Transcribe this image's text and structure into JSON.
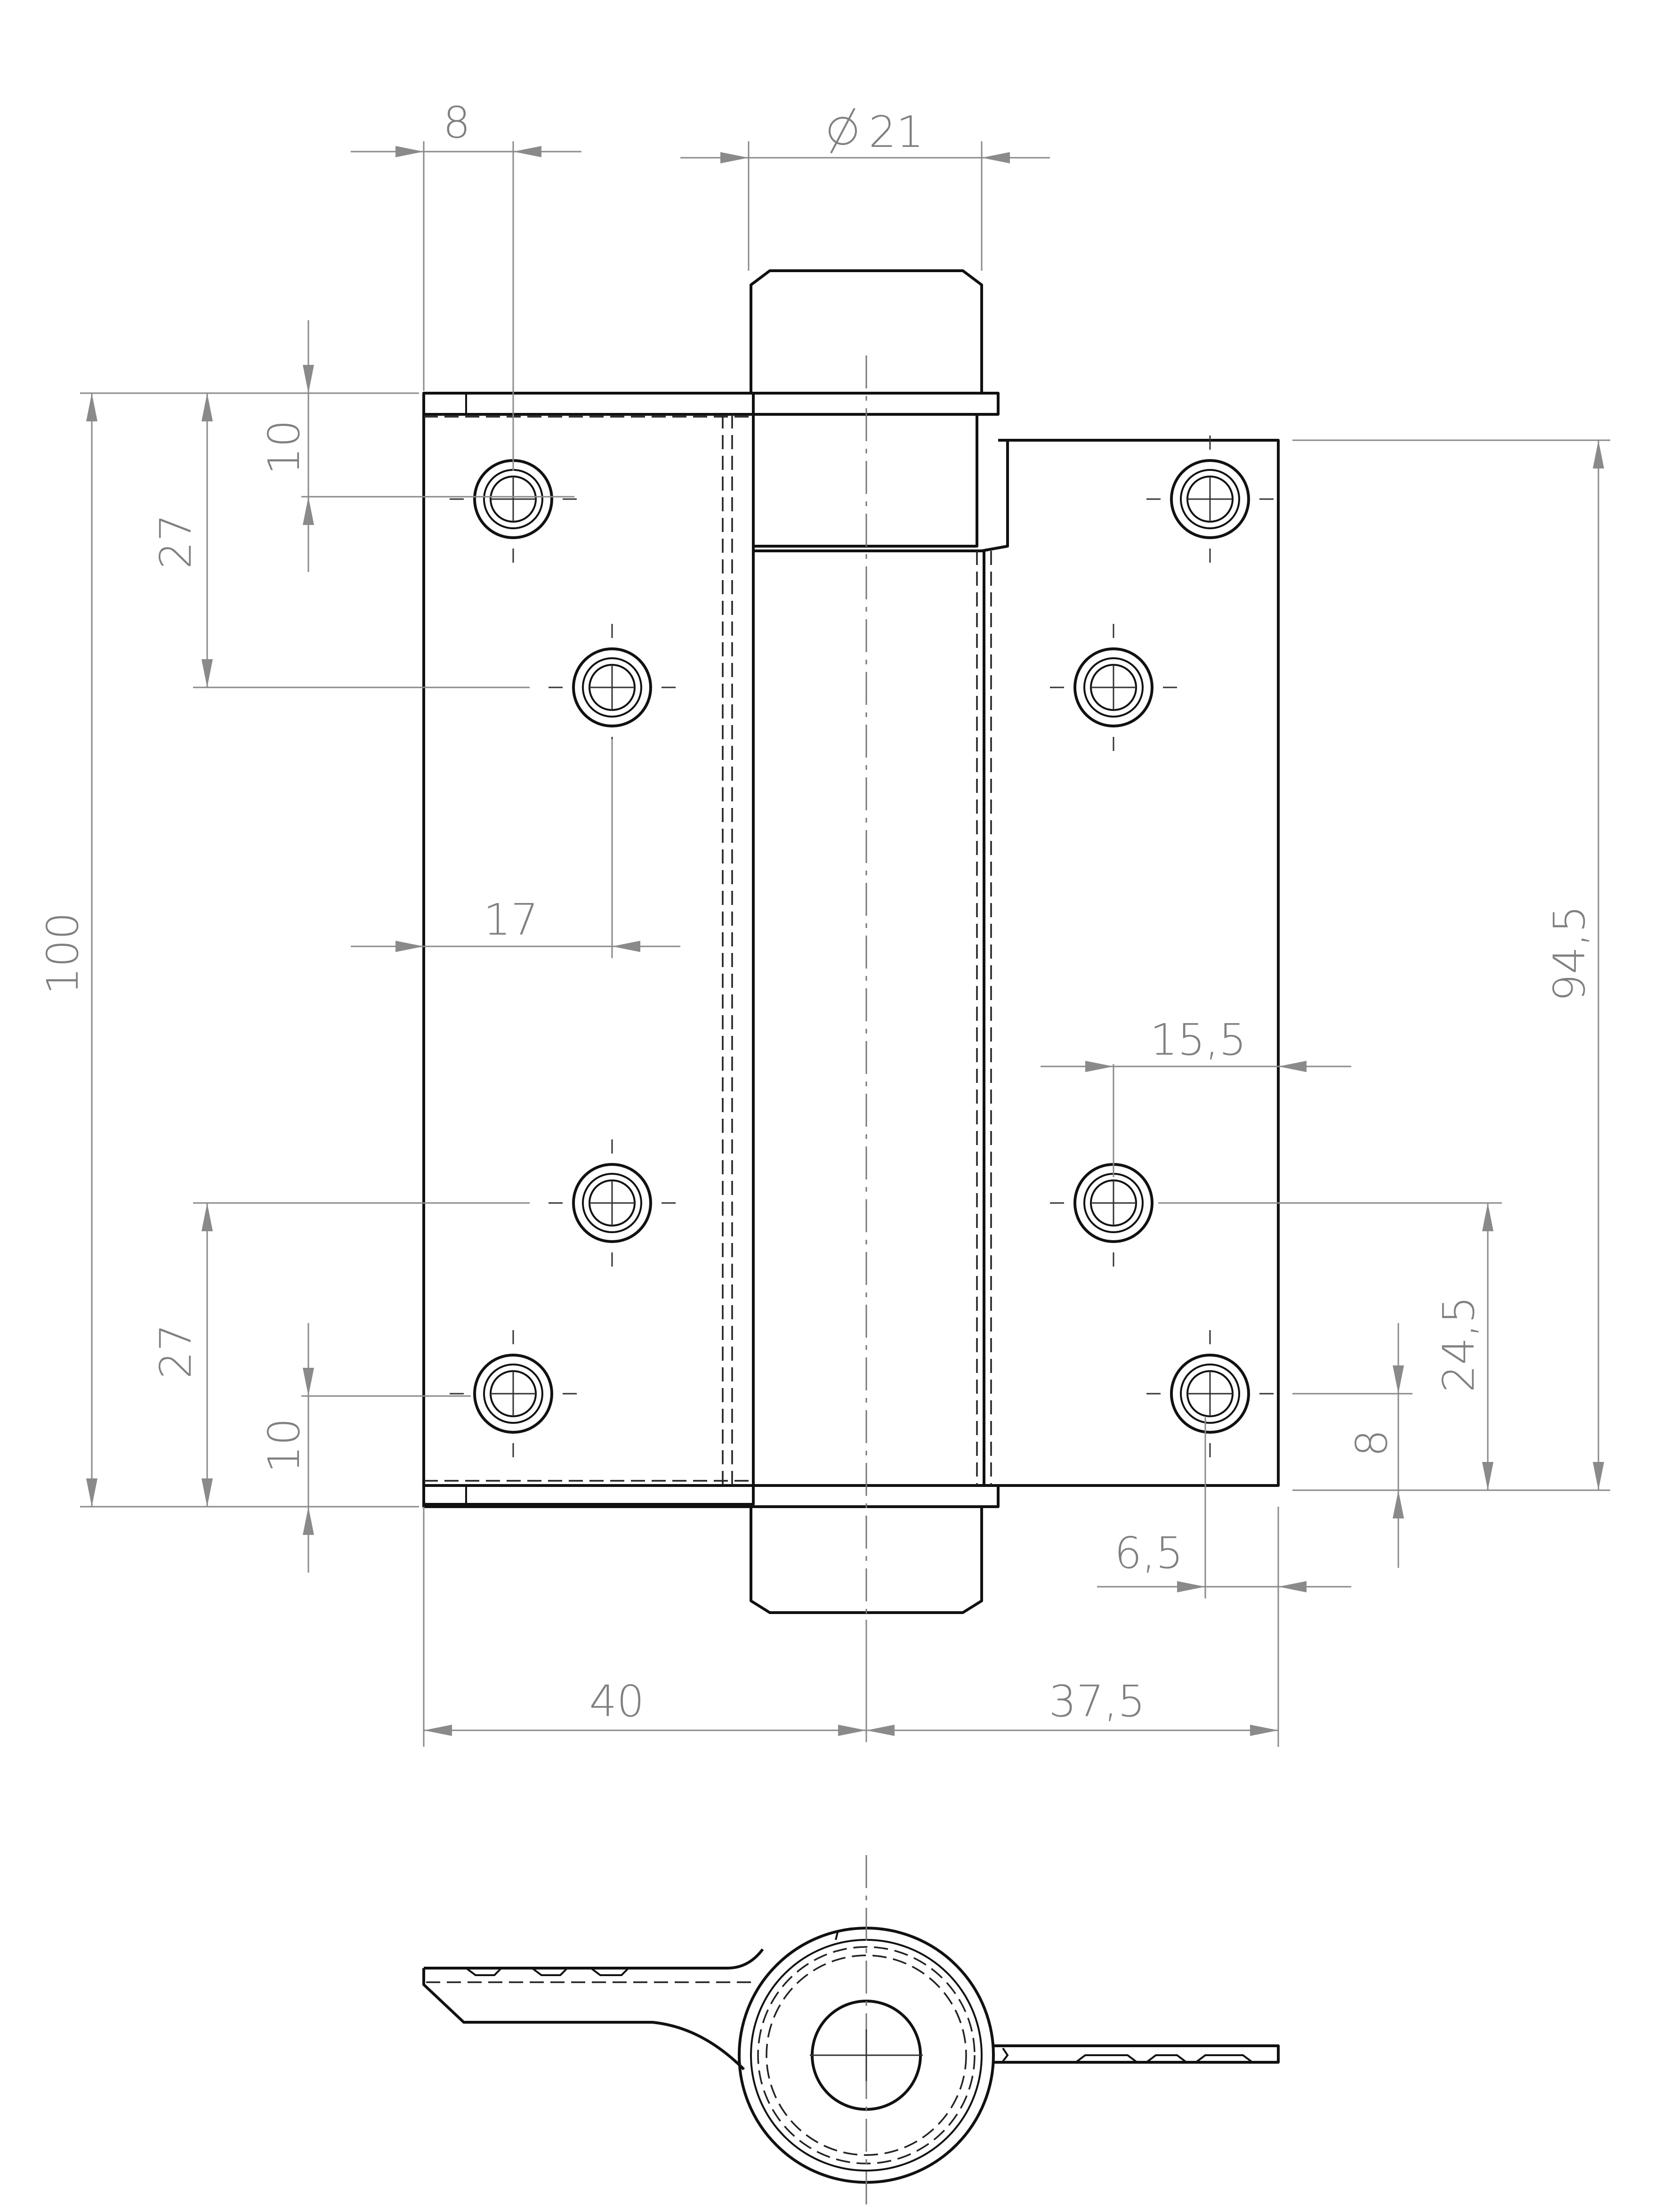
{
  "drawing": {
    "dimensions": {
      "d_8_top": "8",
      "d_diameter": "21",
      "d_10_top": "10",
      "d_27_top": "27",
      "d_100": "100",
      "d_17": "17",
      "d_27_bottom": "27",
      "d_10_bottom": "10",
      "d_94_5": "94,5",
      "d_15_5": "15,5",
      "d_24_5": "24,5",
      "d_8_right": "8",
      "d_6_5": "6,5",
      "d_40": "40",
      "d_37_5": "37,5"
    },
    "colors": {
      "part": "#111111",
      "dimension": "#8a8a8a"
    },
    "icons": {
      "diameter_symbol": "diameter-symbol-icon"
    }
  }
}
